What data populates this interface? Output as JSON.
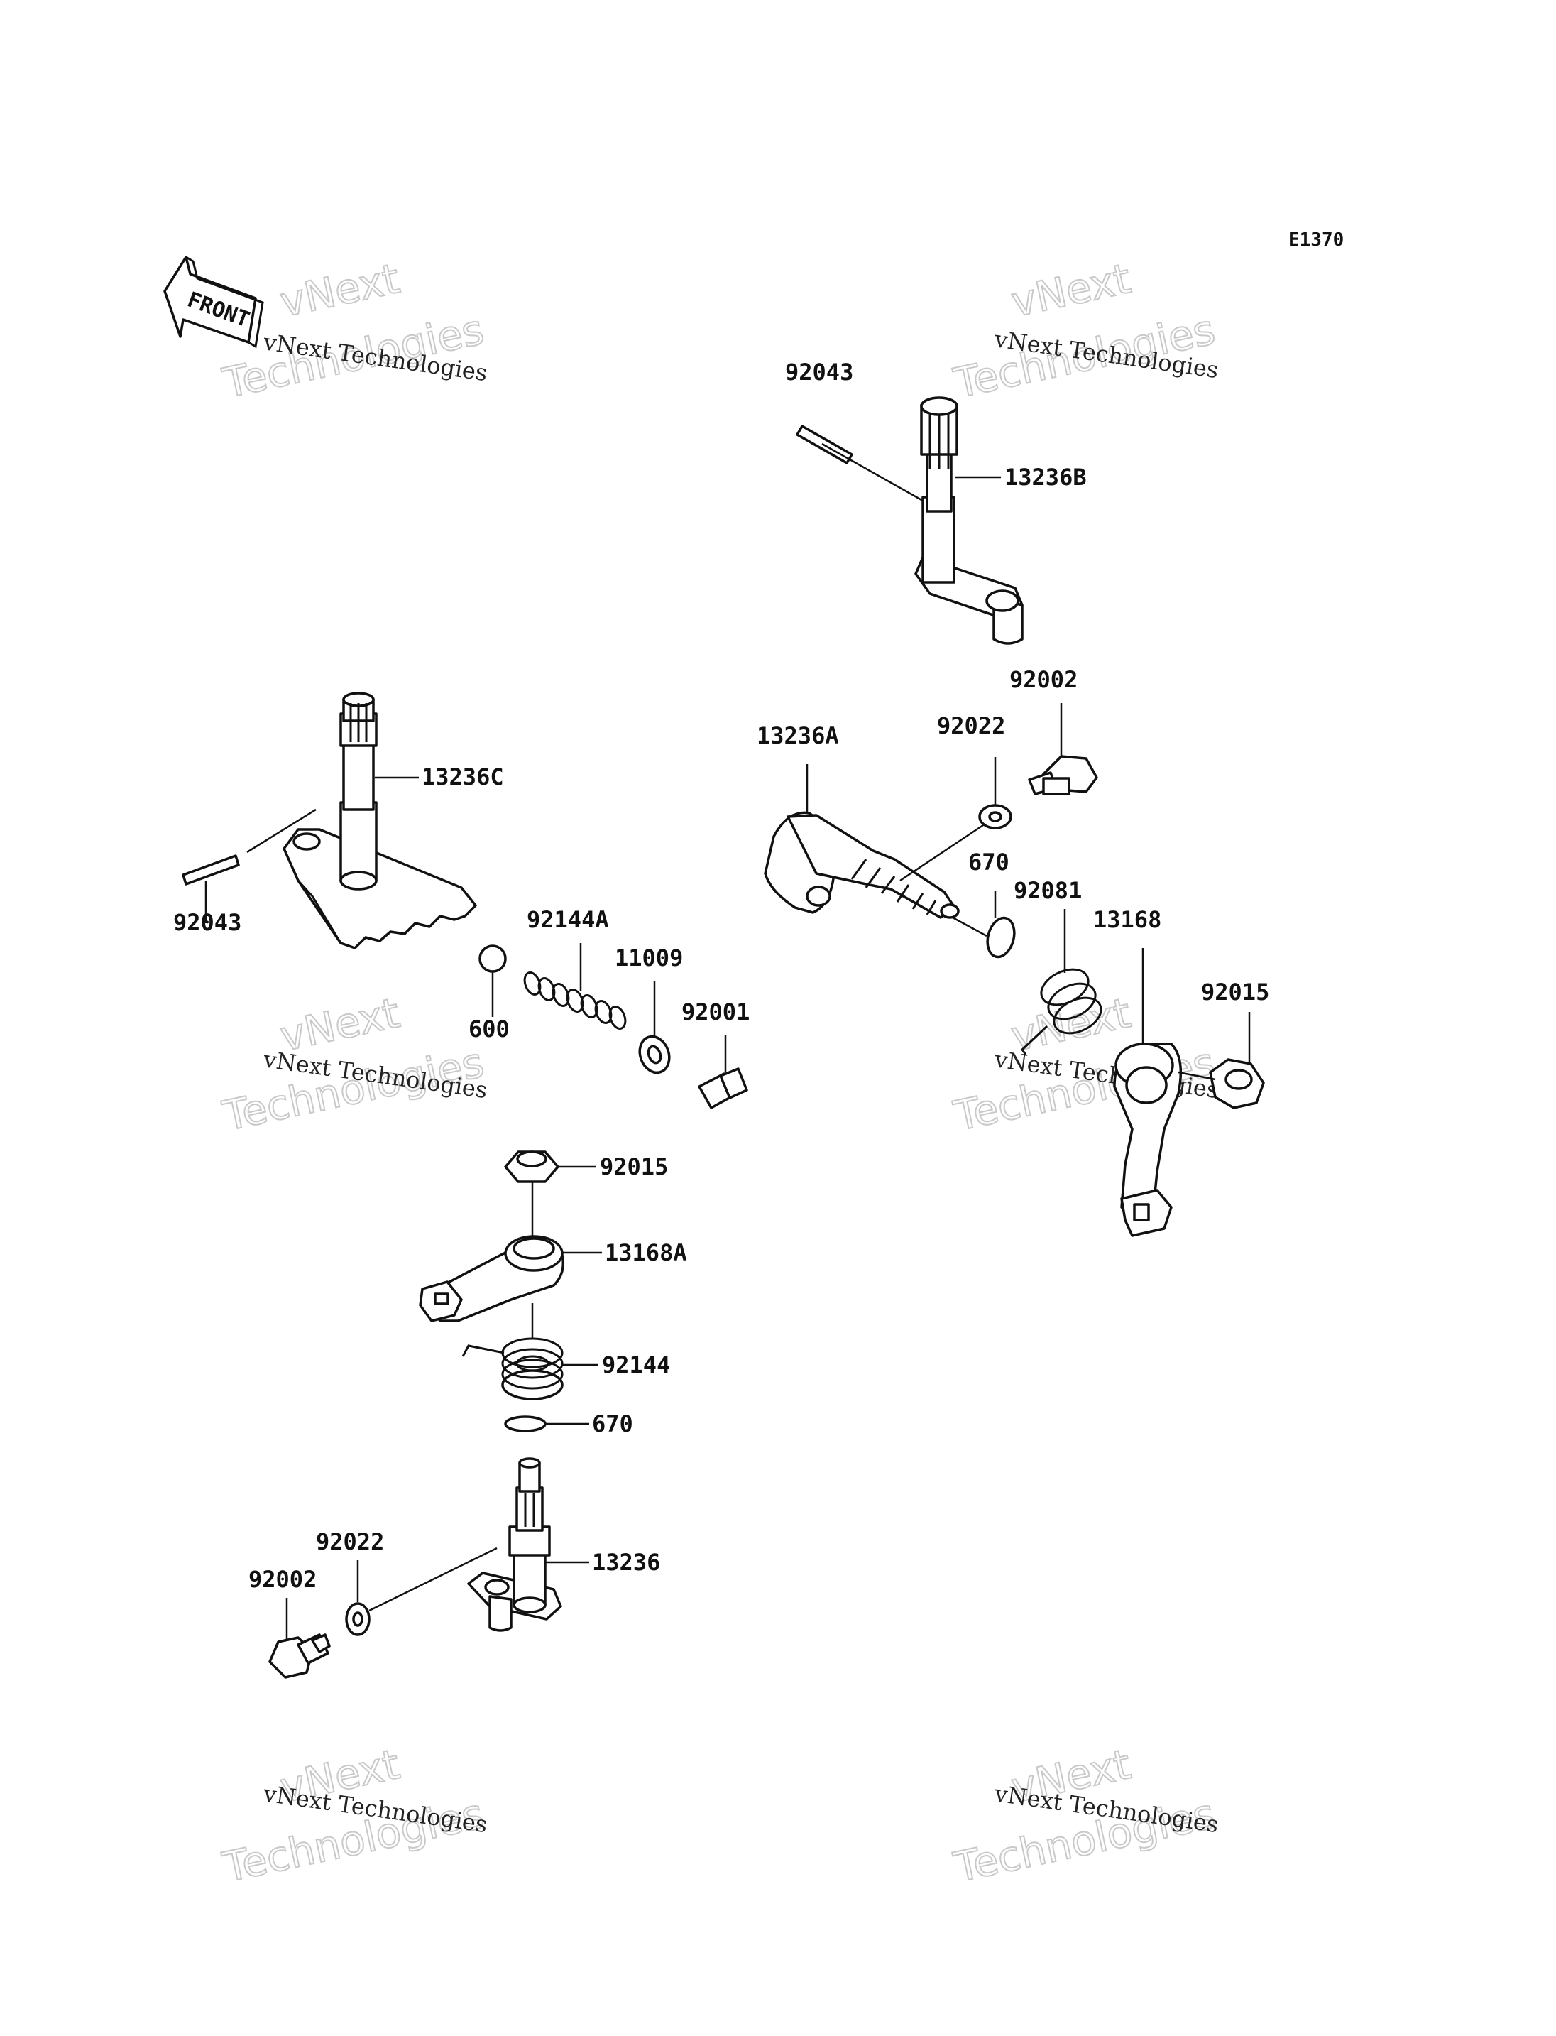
{
  "diagram_code": "E1370",
  "front_label": "FRONT",
  "watermark": {
    "line1": "vNext Technologies",
    "line2": "vNext",
    "line3": "Technologies"
  },
  "labels": [
    {
      "id": "92043-top",
      "text": "92043"
    },
    {
      "id": "13236B",
      "text": "13236B"
    },
    {
      "id": "92002-top",
      "text": "92002"
    },
    {
      "id": "92022-top",
      "text": "92022"
    },
    {
      "id": "13236A",
      "text": "13236A"
    },
    {
      "id": "13236C",
      "text": "13236C"
    },
    {
      "id": "92043-left",
      "text": "92043"
    },
    {
      "id": "670-top",
      "text": "670"
    },
    {
      "id": "92081",
      "text": "92081"
    },
    {
      "id": "13168",
      "text": "13168"
    },
    {
      "id": "92144A",
      "text": "92144A"
    },
    {
      "id": "11009",
      "text": "11009"
    },
    {
      "id": "92001",
      "text": "92001"
    },
    {
      "id": "600",
      "text": "600"
    },
    {
      "id": "92015-right",
      "text": "92015"
    },
    {
      "id": "92015-mid",
      "text": "92015"
    },
    {
      "id": "13168A",
      "text": "13168A"
    },
    {
      "id": "92144",
      "text": "92144"
    },
    {
      "id": "670-bottom",
      "text": "670"
    },
    {
      "id": "92022-bottom",
      "text": "92022"
    },
    {
      "id": "92002-bottom",
      "text": "92002"
    },
    {
      "id": "13236",
      "text": "13236"
    }
  ]
}
